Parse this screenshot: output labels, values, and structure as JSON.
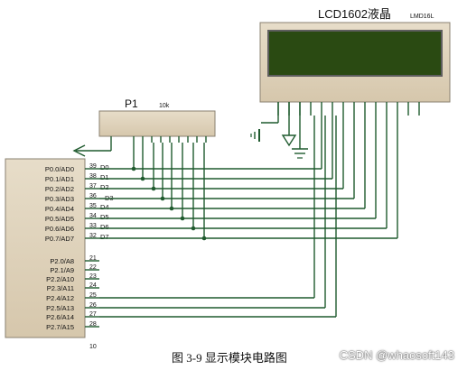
{
  "lcd": {
    "title": "LCD1602液晶",
    "part": "LMD16L"
  },
  "pot": {
    "name": "P1",
    "value": "10k"
  },
  "mcu": {
    "port0_pins": [
      "P0.0/AD0",
      "P0.1/AD1",
      "P0.2/AD2",
      "P0.3/AD3",
      "P0.4/AD4",
      "P0.5/AD5",
      "P0.6/AD6",
      "P0.7/AD7"
    ],
    "port0_nums": [
      "39",
      "38",
      "37",
      "36",
      "35",
      "34",
      "33",
      "32"
    ],
    "data_labels": [
      "D0",
      "D1",
      "D2",
      "D3",
      "D4",
      "D5",
      "D6",
      "D7"
    ],
    "port2_pins": [
      "P2.0/A8",
      "P2.1/A9",
      "P2.2/A10",
      "P2.3/A11",
      "P2.4/A12",
      "P2.5/A13",
      "P2.6/A14",
      "P2.7/A15"
    ],
    "port2_nums": [
      "21",
      "22",
      "23",
      "24",
      "25",
      "26",
      "27",
      "28"
    ],
    "bottom_num": "10"
  },
  "caption": "图 3-9  显示模块电路图",
  "watermark": "CSDN @whaosoft143"
}
